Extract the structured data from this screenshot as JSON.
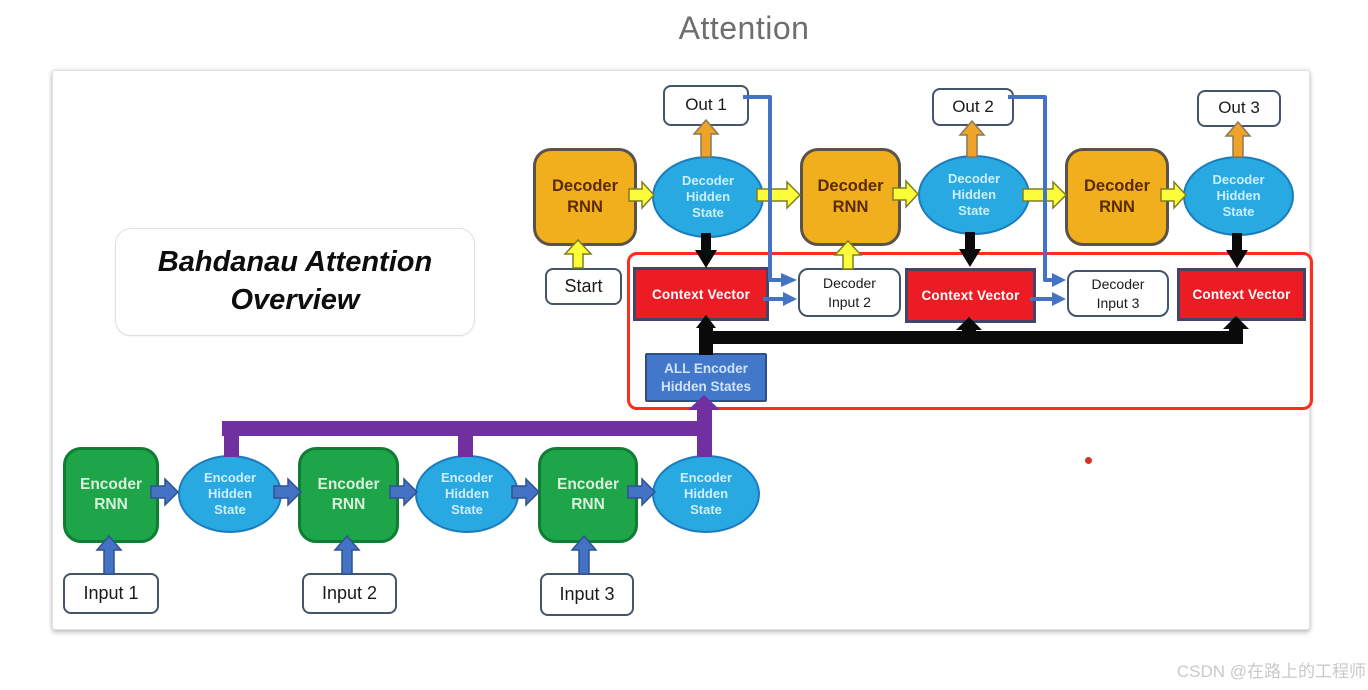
{
  "page": {
    "title": "Attention",
    "watermark": "CSDN @在路上的工程师"
  },
  "colors": {
    "title-text": "#6E6E6E",
    "watermark": "#C9C9C9",
    "card-border": "#E2E2E2",
    "amber": "#F1AF1E",
    "amber-border": "#595349",
    "decoder-text": "#5A2B00",
    "sky": "#29A9E1",
    "sky-border": "#1A7CBE",
    "sky-text": "#CBEFFF",
    "green": "#1EA449",
    "green-border": "#0F7E33",
    "green-text": "#D9F0DB",
    "red-box": "#EC1C24",
    "red-box-border": "#434568",
    "red-outline": "#FF2D1E",
    "blue": "#4472C4",
    "blue-dark": "#2F528F",
    "blue-box": "#4377C9",
    "blue-box-border": "#2D4F8A",
    "blue-box-text": "#CFE3FF",
    "purple": "#7030A0",
    "yellow": "#FCFC3A",
    "yellow-border": "#7E7E20",
    "gold": "#F0A32A",
    "gold-border": "#8A7A55",
    "box-border": "#44546A",
    "ink": "#1A1A1A",
    "red-dot": "#D93025",
    "black": "#0A0A0A"
  },
  "labels": {
    "overview": "Bahdanau Attention\nOverview",
    "decoder_rnn": "Decoder\nRNN",
    "decoder_hidden": "Decoder\nHidden\nState",
    "out1": "Out 1",
    "out2": "Out 2",
    "out3": "Out 3",
    "start": "Start",
    "context_vector": "Context Vector",
    "decoder_input2": "Decoder\nInput 2",
    "decoder_input3": "Decoder\nInput 3",
    "all_encoder_hidden": "ALL Encoder\nHidden States",
    "encoder_rnn": "Encoder\nRNN",
    "encoder_hidden": "Encoder\nHidden\nState",
    "input1": "Input 1",
    "input2": "Input 2",
    "input3": "Input 3"
  }
}
